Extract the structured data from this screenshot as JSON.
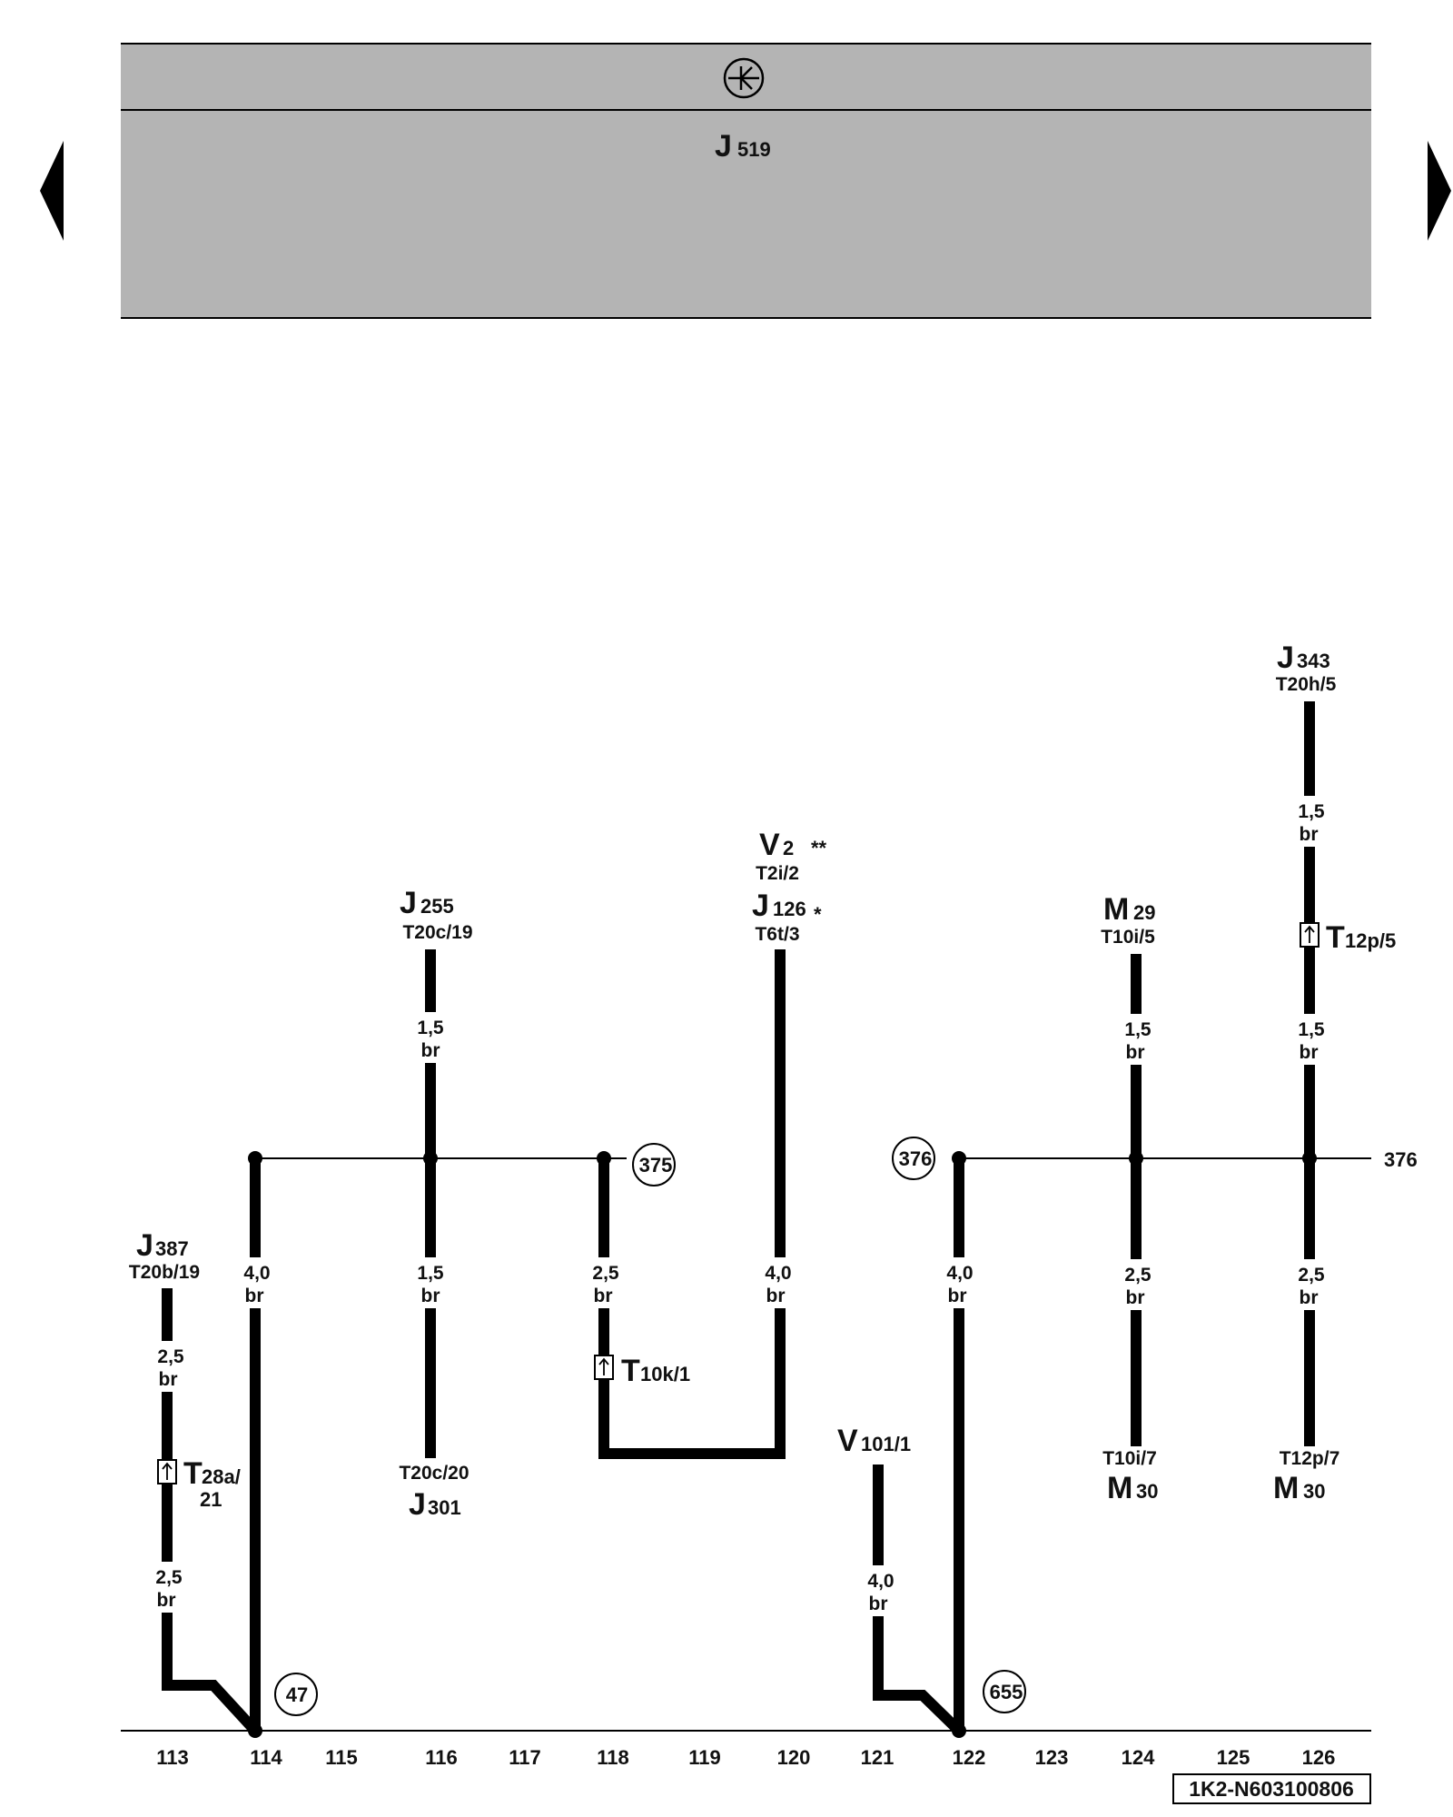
{
  "header": {
    "symbol_icon": "ground-circle-icon",
    "module_letter": "J",
    "module_number": "519",
    "fill": "#b4b4b4",
    "nav_prev_icon": "triangle-left-icon",
    "nav_next_icon": "triangle-right-icon"
  },
  "components": {
    "j255": {
      "letter": "J",
      "num": "255",
      "pin": "T20c/19"
    },
    "j301": {
      "letter": "J",
      "num": "301",
      "pin": "T20c/20"
    },
    "v2": {
      "letter": "V",
      "num": "2",
      "mark": "**",
      "pin": "T2i/2"
    },
    "j126": {
      "letter": "J",
      "num": "126",
      "mark": "*",
      "pin": "T6t/3"
    },
    "m29": {
      "letter": "M",
      "num": "29",
      "pin": "T10i/5"
    },
    "j343": {
      "letter": "J",
      "num": "343",
      "pin": "T20h/5"
    },
    "j387": {
      "letter": "J",
      "num": "387",
      "pin": "T20b/19"
    },
    "v101": {
      "letter": "V",
      "num": "101/1"
    },
    "m30a": {
      "letter": "M",
      "num": "30",
      "pin": "T10i/7"
    },
    "m30b": {
      "letter": "M",
      "num": "30",
      "pin": "T12p/7"
    }
  },
  "connectors": {
    "t10k": {
      "letter": "T",
      "num": "10k/1"
    },
    "t12p5": {
      "letter": "T",
      "num": "12p/5"
    },
    "t28a": {
      "letter": "T",
      "num": "28a/",
      "num2": "21"
    }
  },
  "wire_labels": {
    "w116_top": {
      "size": "1,5",
      "color": "br"
    },
    "w116_bot": {
      "size": "1,5",
      "color": "br"
    },
    "w114": {
      "size": "4,0",
      "color": "br"
    },
    "w118": {
      "size": "2,5",
      "color": "br"
    },
    "w120": {
      "size": "4,0",
      "color": "br"
    },
    "w122": {
      "size": "4,0",
      "color": "br"
    },
    "w124_top": {
      "size": "1,5",
      "color": "br"
    },
    "w124_bot": {
      "size": "2,5",
      "color": "br"
    },
    "w126_top1": {
      "size": "1,5",
      "color": "br"
    },
    "w126_top2": {
      "size": "1,5",
      "color": "br"
    },
    "w126_bot": {
      "size": "2,5",
      "color": "br"
    },
    "w113_top": {
      "size": "2,5",
      "color": "br"
    },
    "w113_bot": {
      "size": "2,5",
      "color": "br"
    },
    "w121": {
      "size": "4,0",
      "color": "br"
    }
  },
  "circle_refs": {
    "c375": "375",
    "c376": "376",
    "c47": "47",
    "c655": "655"
  },
  "line_ref_376": "376",
  "columns": [
    "113",
    "114",
    "115",
    "116",
    "117",
    "118",
    "119",
    "120",
    "121",
    "122",
    "123",
    "124",
    "125",
    "126"
  ],
  "doc_id": "1K2-N603100806"
}
